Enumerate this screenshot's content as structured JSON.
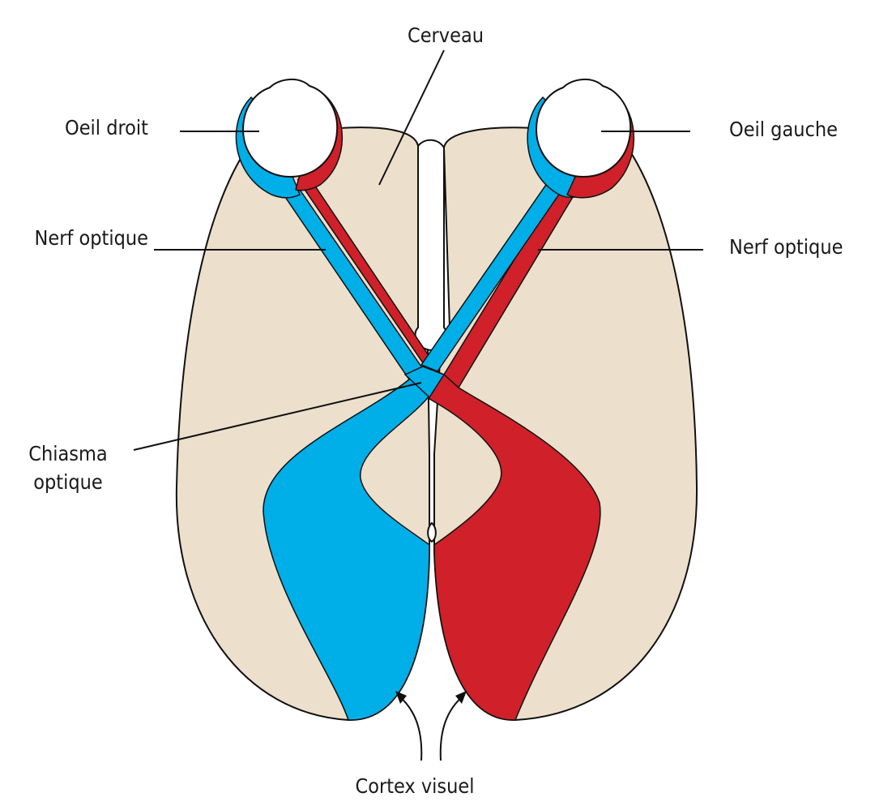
{
  "labels": {
    "cerveau": "Cerveau",
    "oeil_droit": "Oeil droit",
    "oeil_gauche": "Oeil gauche",
    "nerf_optique_gauche_label": "Nerf optique",
    "nerf_optique_droit_label": "Nerf optique",
    "chiasma_line1": "Chiasma",
    "chiasma_line2": "optique",
    "cortex_visuel": "Cortex visuel"
  },
  "colors": {
    "brain": "#ece0cc",
    "blue_pathway": "#00aee8",
    "red_pathway": "#d0202a",
    "outline": "#111111"
  }
}
